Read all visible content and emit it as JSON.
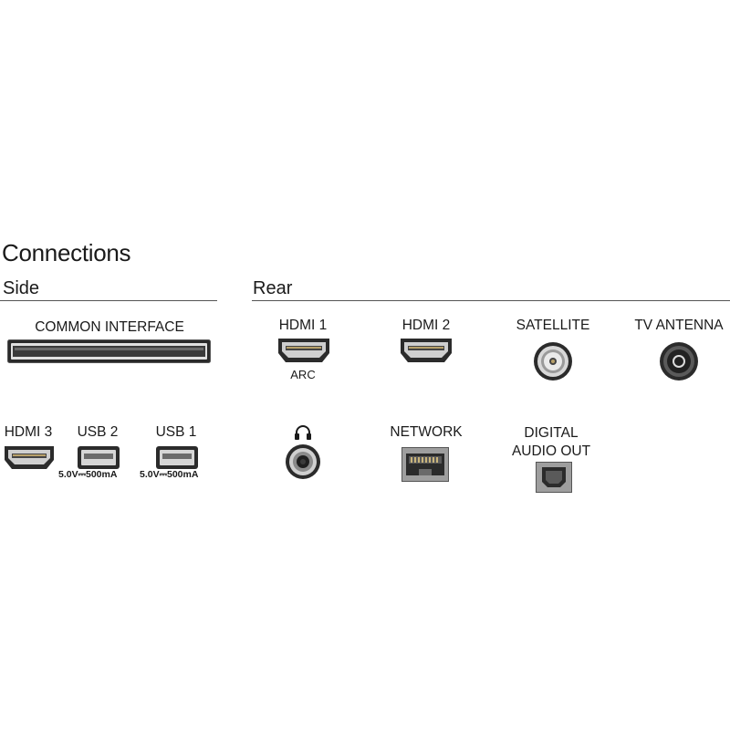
{
  "title": "Connections",
  "sections": {
    "side": "Side",
    "rear": "Rear"
  },
  "ports": {
    "common_interface": "COMMON INTERFACE",
    "hdmi1": "HDMI 1",
    "hdmi1_sub": "ARC",
    "hdmi2": "HDMI 2",
    "satellite": "SATELLITE",
    "tv_antenna": "TV ANTENNA",
    "hdmi3": "HDMI 3",
    "usb2": "USB 2",
    "usb2_spec": "5.0V⎓500mA",
    "usb1": "USB 1",
    "usb1_spec": "5.0V⎓500mA",
    "network": "NETWORK",
    "digital_audio_line1": "DIGITAL",
    "digital_audio_line2": "AUDIO OUT"
  },
  "icons": {
    "headphone": "headphone-icon"
  }
}
